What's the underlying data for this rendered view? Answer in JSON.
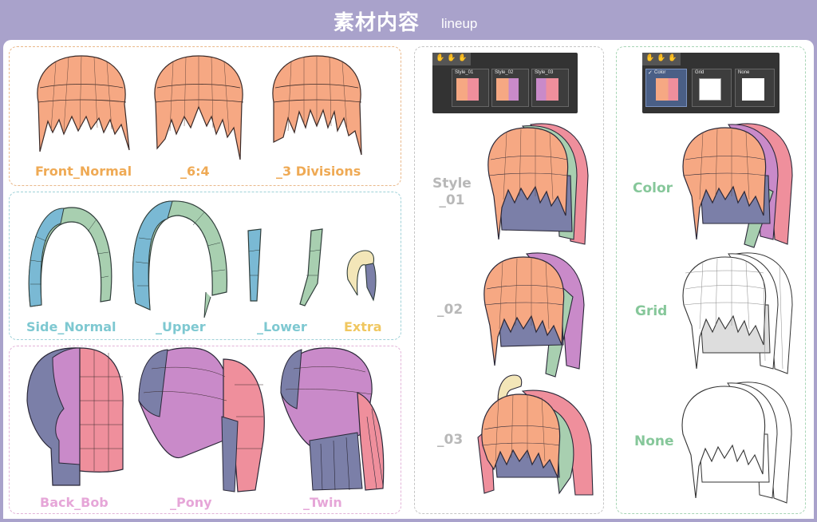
{
  "header": {
    "title": "素材内容",
    "subtitle": "lineup"
  },
  "front": {
    "labels": [
      "Front_Normal",
      "_6:4",
      "_3 Divisions"
    ]
  },
  "side": {
    "labels": [
      "Side_Normal",
      "_Upper",
      "_Lower",
      "Extra"
    ]
  },
  "back": {
    "labels": [
      "Back_Bob",
      "_Pony",
      "_Twin"
    ]
  },
  "styles": {
    "palette_tabs": [
      "Style_01",
      "Style_02",
      "Style_03"
    ],
    "labels": [
      "Style\n_01",
      "_02",
      "_03"
    ]
  },
  "display": {
    "palette_tabs": [
      "Color",
      "Grid",
      "None"
    ],
    "selected": "Color",
    "labels": [
      "Color",
      "Grid",
      "None"
    ]
  },
  "colors": {
    "background": "#a9a2cb",
    "front_hair": "#f6a883",
    "side_teal": "#7ab9d4",
    "side_green": "#a8cfb0",
    "back_purple": "#c98ac9",
    "back_pink": "#ef8f9c",
    "back_navy": "#7b7fa8",
    "extra_cream": "#f3e6b8"
  }
}
